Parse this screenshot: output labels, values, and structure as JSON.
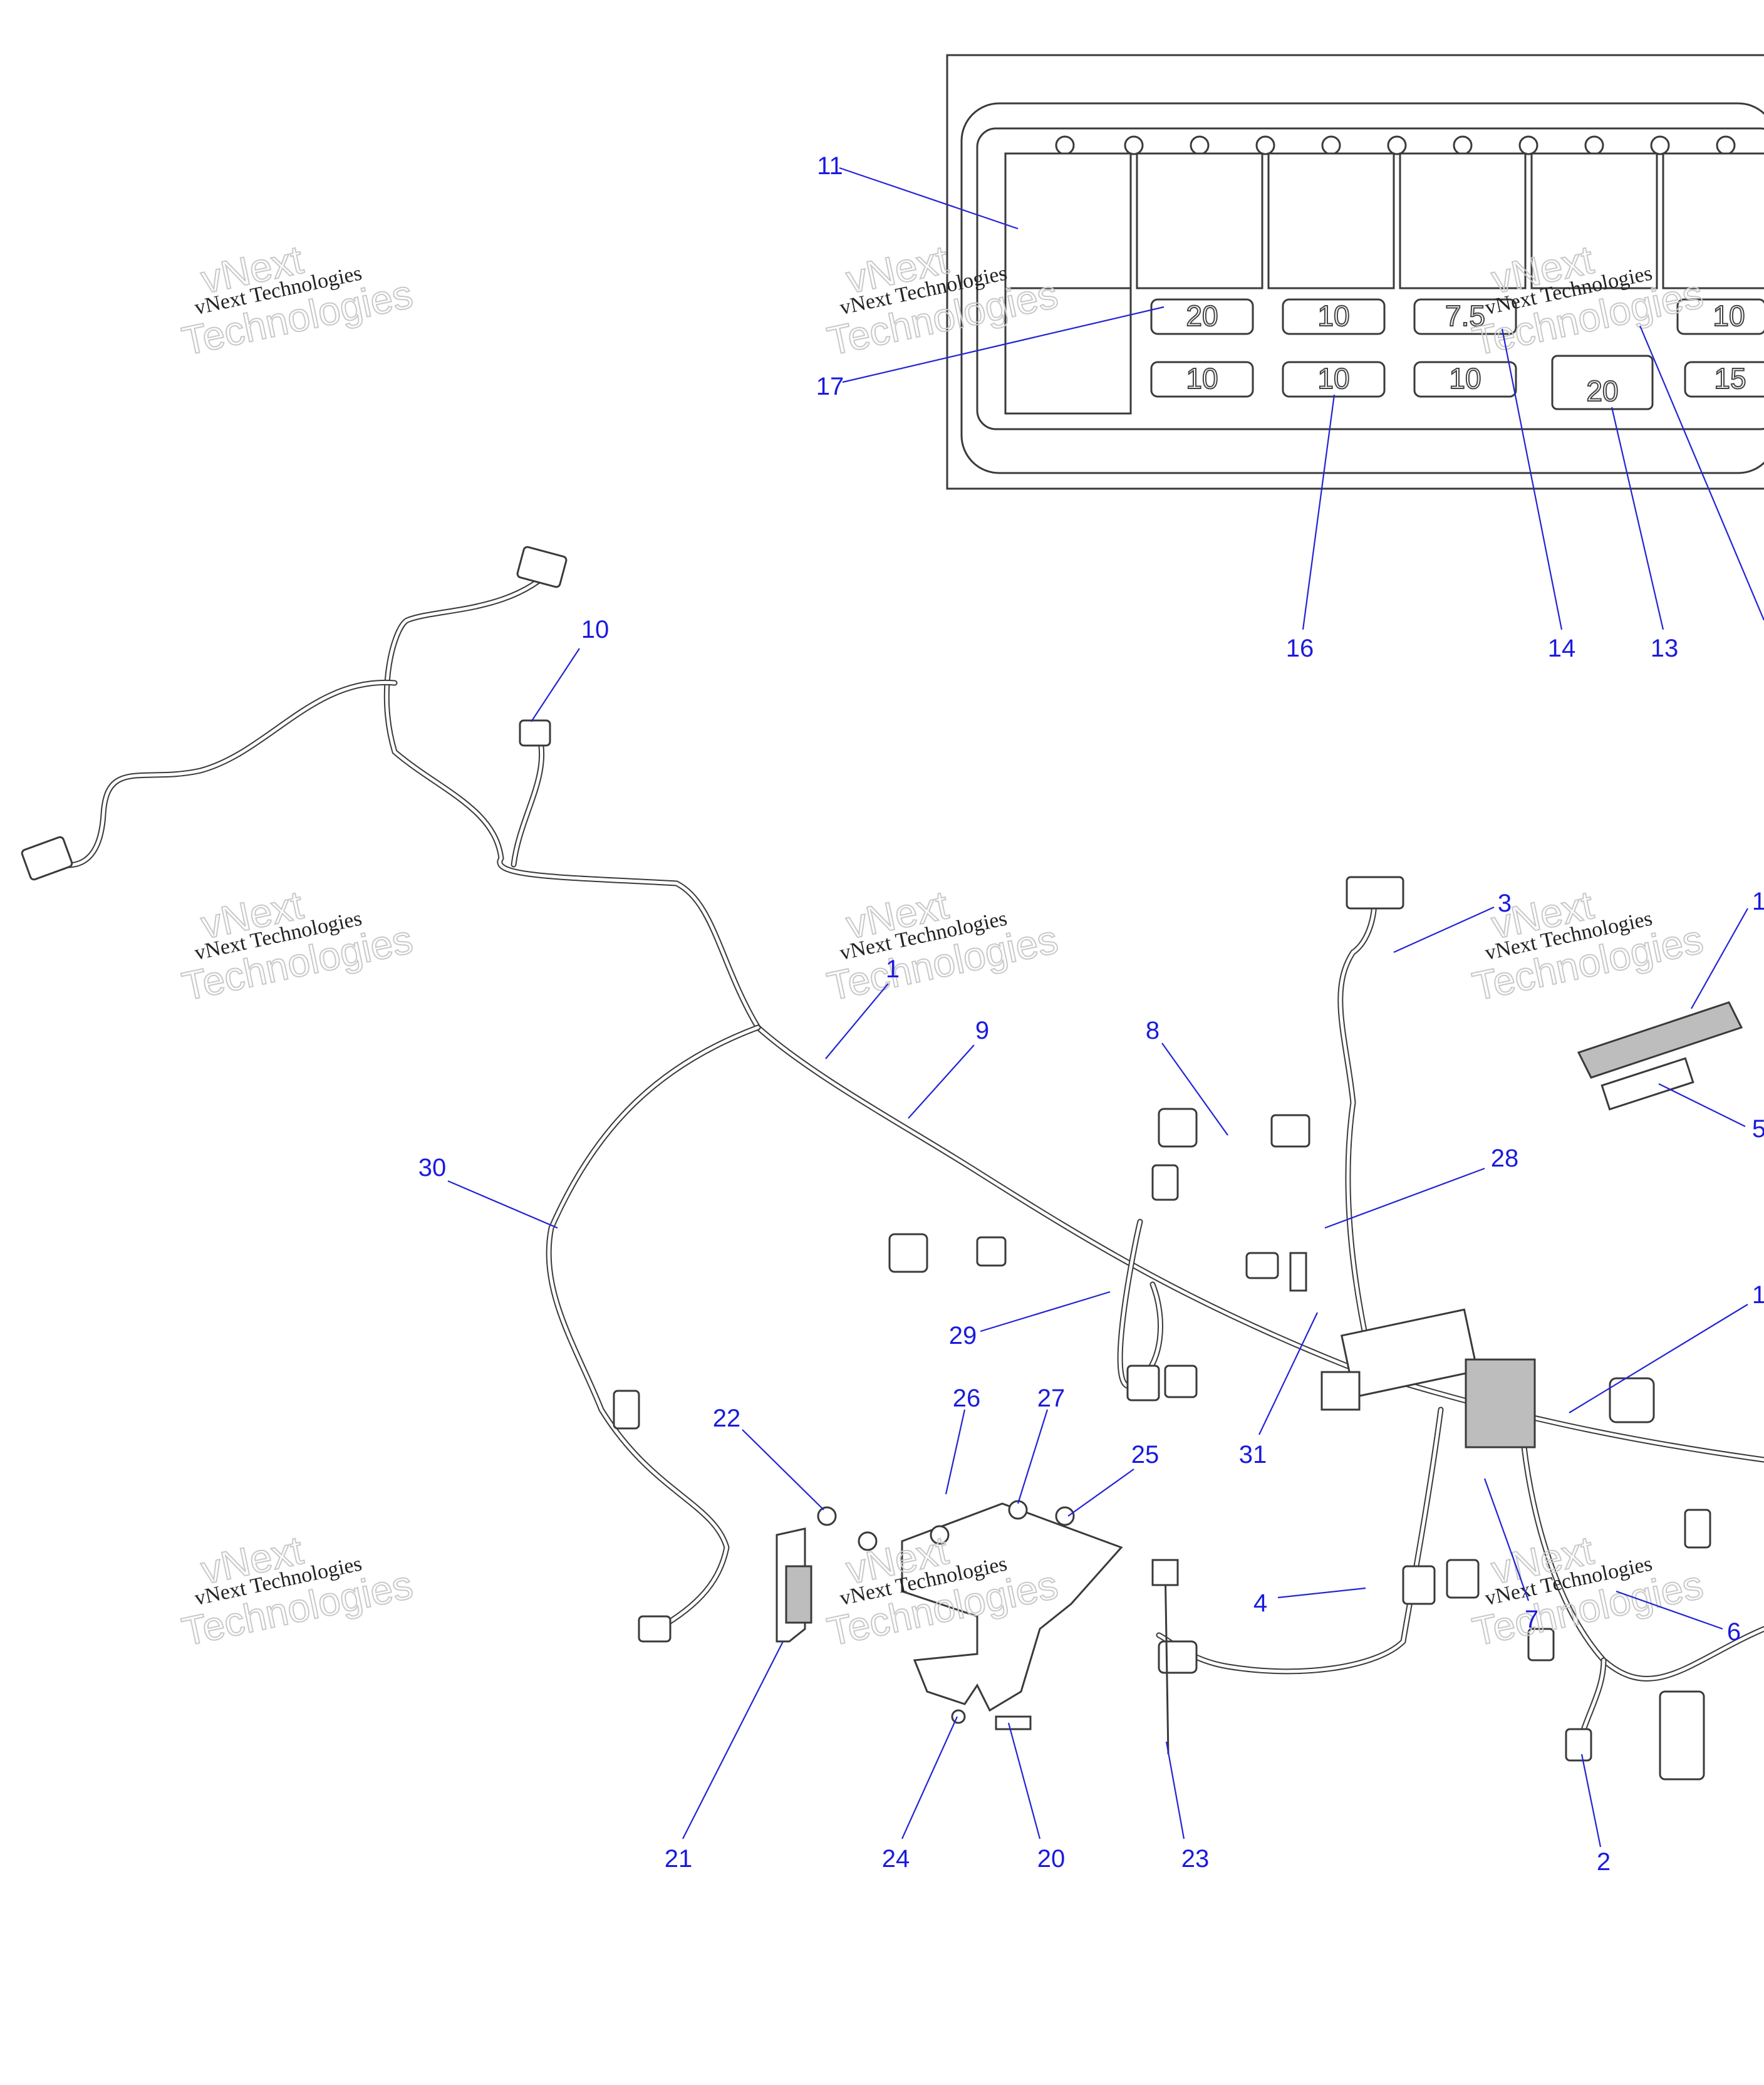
{
  "callouts": [
    {
      "label": "11"
    },
    {
      "label": "17"
    },
    {
      "label": "16"
    },
    {
      "label": "14"
    },
    {
      "label": "13"
    },
    {
      "label": "10"
    },
    {
      "label": "3"
    },
    {
      "label": "1"
    },
    {
      "label": "9"
    },
    {
      "label": "8"
    },
    {
      "label": "5"
    },
    {
      "label": "28"
    },
    {
      "label": "30"
    },
    {
      "label": "29"
    },
    {
      "label": "31"
    },
    {
      "label": "22"
    },
    {
      "label": "26"
    },
    {
      "label": "27"
    },
    {
      "label": "25"
    },
    {
      "label": "4"
    },
    {
      "label": "7"
    },
    {
      "label": "6"
    },
    {
      "label": "21"
    },
    {
      "label": "24"
    },
    {
      "label": "20"
    },
    {
      "label": "23"
    },
    {
      "label": "2"
    },
    {
      "label": "1"
    },
    {
      "label": "1"
    }
  ],
  "fuses": [
    {
      "rating": "20"
    },
    {
      "rating": "10"
    },
    {
      "rating": "7.5"
    },
    {
      "rating": "10"
    },
    {
      "rating": "10"
    },
    {
      "rating": "10"
    },
    {
      "rating": "10"
    },
    {
      "rating": "20"
    },
    {
      "rating": "15"
    }
  ],
  "watermark": {
    "line1": "vNext",
    "line2": "vNext Technologies",
    "line3": "Technologies"
  }
}
